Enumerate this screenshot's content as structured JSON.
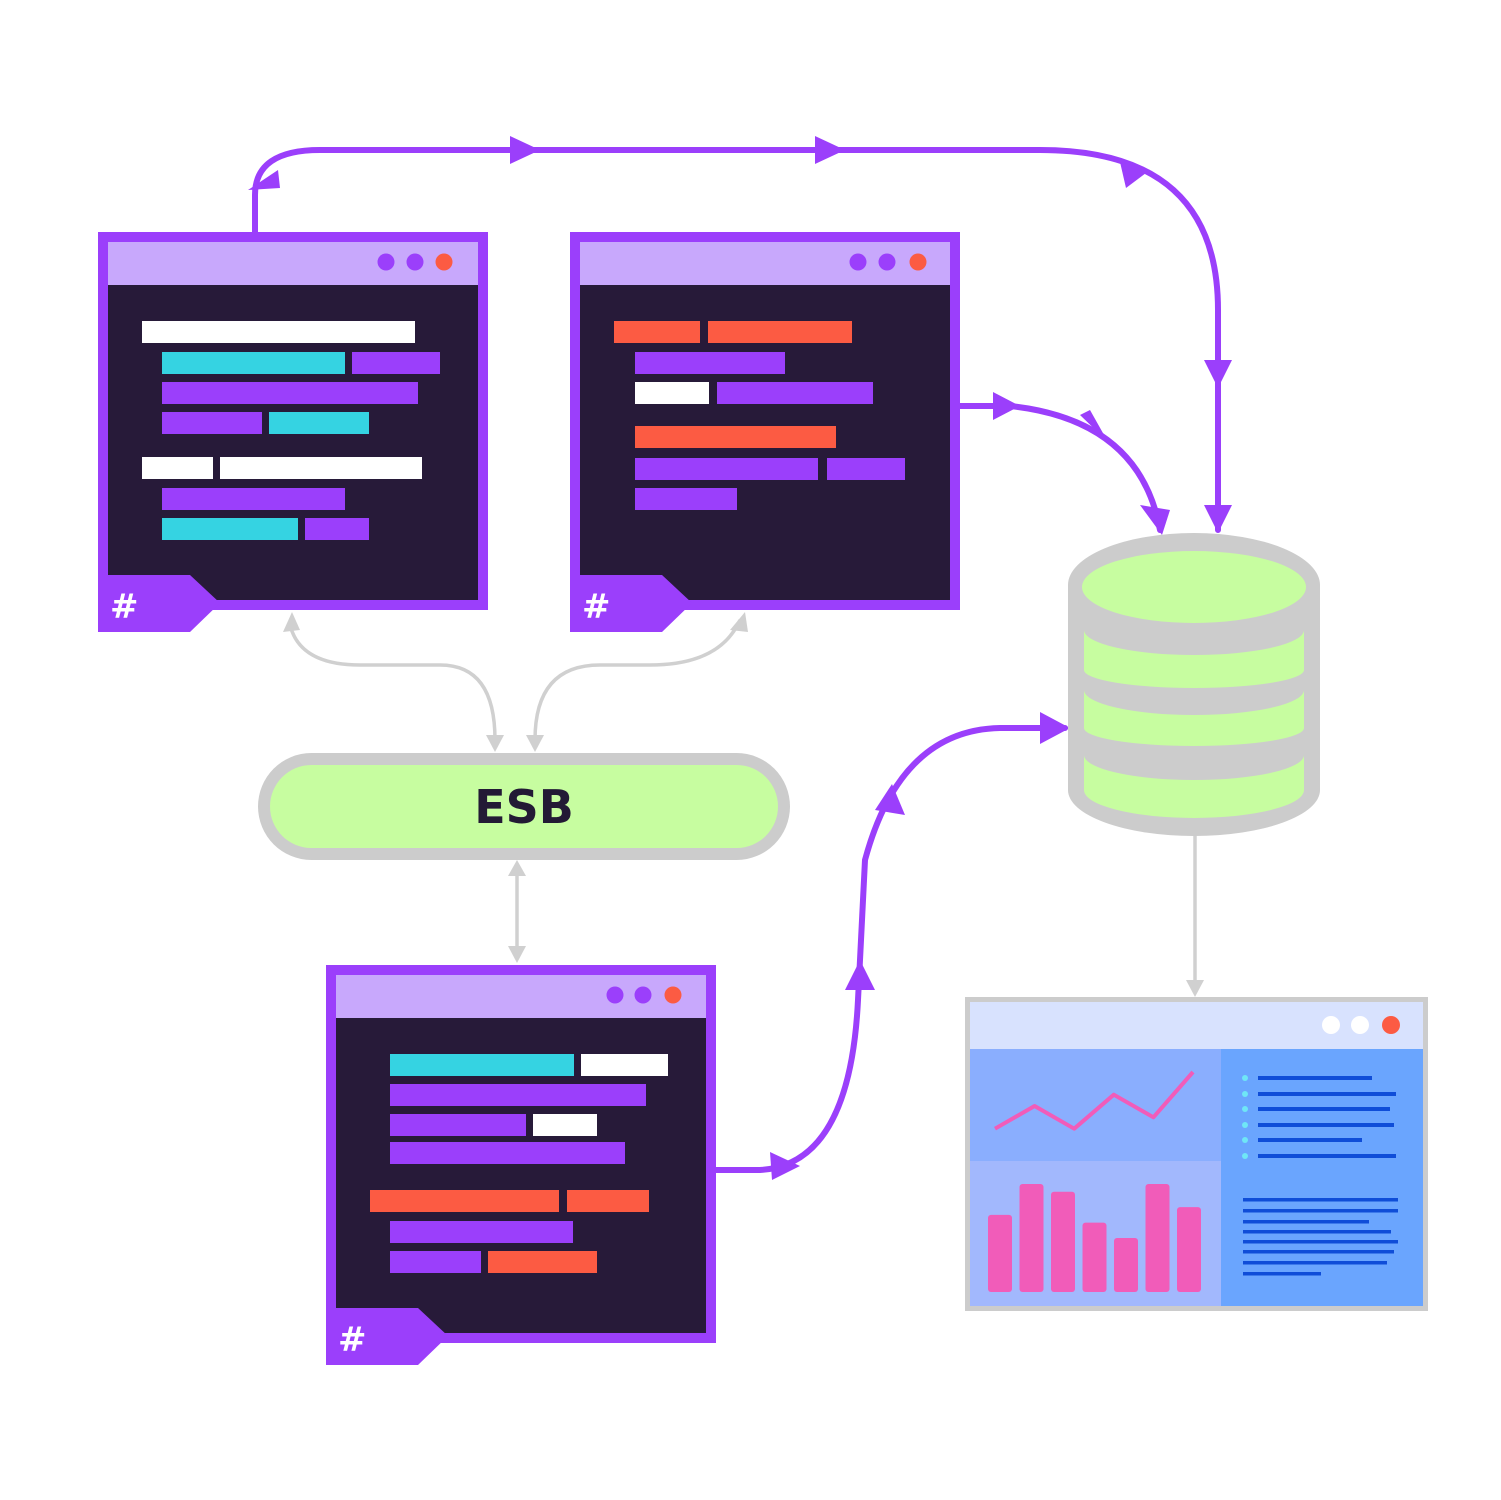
{
  "colors": {
    "purple": "#9b3ffb",
    "titlebar": "#c8a8fc",
    "code_bg": "#271a39",
    "cyan": "#35d3e2",
    "orange": "#fc5b43",
    "white": "#ffffff",
    "green": "#c7fda0",
    "gray": "#cccccc",
    "connector_gray": "#d0d0d0",
    "dash_titlebar": "#d8e2fe",
    "dash_blue1": "#8aaefe",
    "dash_blue2": "#a2b8fd",
    "dash_blue3": "#6aa5fe",
    "dash_line": "#0f4dd8",
    "pink": "#f15cb9",
    "dot_teal": "#6fe6f6"
  },
  "esb": {
    "label": "ESB"
  },
  "code_windows": [
    {
      "id": "code-window-1",
      "footer_symbol": "#",
      "title_dots": [
        "purple",
        "purple",
        "orange"
      ]
    },
    {
      "id": "code-window-2",
      "footer_symbol": "#",
      "title_dots": [
        "purple",
        "purple",
        "orange"
      ]
    },
    {
      "id": "code-window-3",
      "footer_symbol": "#",
      "title_dots": [
        "purple",
        "purple",
        "orange"
      ]
    }
  ],
  "database": {
    "icon": "database-icon",
    "layers": 4
  },
  "dashboard": {
    "icon": "dashboard-window",
    "title_dots": [
      "white",
      "white",
      "orange"
    ],
    "line_chart": {
      "type": "line",
      "values": [
        3,
        5,
        3,
        6,
        4,
        8
      ]
    },
    "bar_chart": {
      "type": "bar",
      "values": [
        5,
        7,
        6.5,
        4.5,
        3.5,
        7,
        5.5
      ]
    }
  }
}
